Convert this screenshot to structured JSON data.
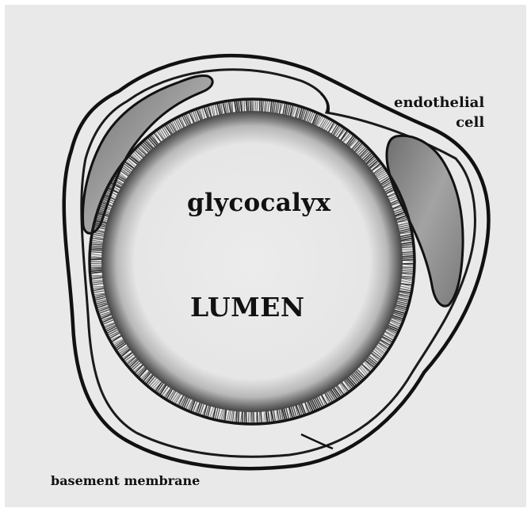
{
  "labels": {
    "glycocalyx": "glycocalyx",
    "lumen": "LUMEN",
    "endothelial_line1": "endothelial",
    "endothelial_line2": "cell",
    "basement_membrane": "basement membrane"
  },
  "colors": {
    "paper": "#e9e9e9",
    "outline": "#111111",
    "nucleus_fill": "#8a8a8a",
    "lumen_fill": "#ececec"
  },
  "icons": [
    "glycocalyx-fringe",
    "endothelial-nucleus"
  ]
}
